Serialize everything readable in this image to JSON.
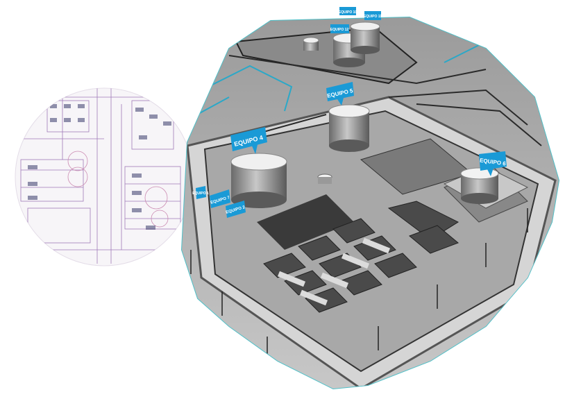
{
  "scene": {
    "accent_color": "#1a9ad6",
    "tag_text_color": "#ffffff",
    "blueprint_line_color": "#8a5aa8"
  },
  "equipment_tags": [
    {
      "id": "tag-1",
      "label": "EQUIPO 10"
    },
    {
      "id": "tag-2",
      "label": "EQUIPO 11"
    },
    {
      "id": "tag-3",
      "label": "EQUIPO 12"
    },
    {
      "id": "tag-4",
      "label": "EQUIPO 5"
    },
    {
      "id": "tag-5",
      "label": "EQUIPO 4"
    },
    {
      "id": "tag-6",
      "label": "EQUIPO 6"
    },
    {
      "id": "tag-7",
      "label": "EQUIPO 1"
    },
    {
      "id": "tag-8",
      "label": "EQUIPO 7"
    },
    {
      "id": "tag-9",
      "label": "EQUIPO 2"
    }
  ]
}
